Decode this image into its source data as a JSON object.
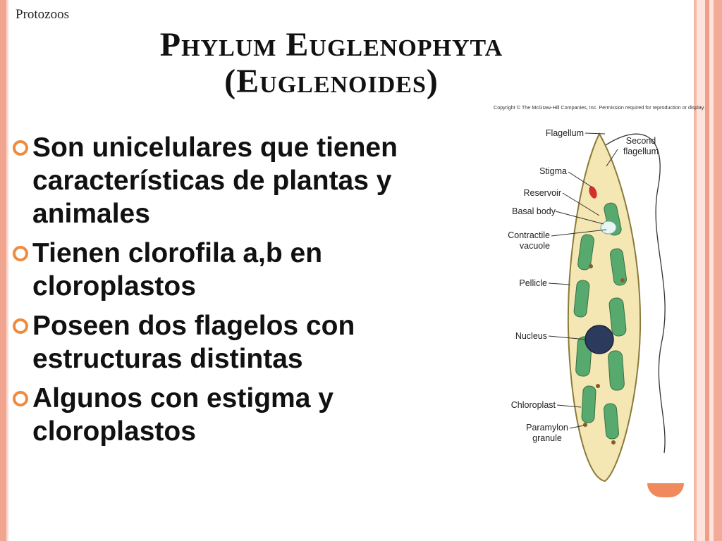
{
  "header": {
    "label": "Protozoos"
  },
  "slide": {
    "title_line1": "Phylum Euglenophyta",
    "title_line2": "(Euglenoides)"
  },
  "bullets": [
    "Son unicelulares que tienen características de plantas y animales",
    "Tienen clorofila a,b en cloroplastos",
    "Poseen dos flagelos con estructuras distintas",
    "Algunos con estigma y cloroplastos"
  ],
  "figure": {
    "copyright": "Copyright © The McGraw-Hill Companies, Inc. Permission required for reproduction or display.",
    "labels": {
      "flagellum": "Flagellum",
      "second_flagellum_1": "Second",
      "second_flagellum_2": "flagellum",
      "stigma": "Stigma",
      "reservoir": "Reservoir",
      "basal_body": "Basal body",
      "contractile_1": "Contractile",
      "contractile_2": "vacuole",
      "pellicle": "Pellicle",
      "nucleus": "Nucleus",
      "chloroplast": "Chloroplast",
      "paramylon_1": "Paramylon",
      "paramylon_2": "granule"
    }
  },
  "colors": {
    "accent_border": "#f1a58e",
    "bullet_icon": "#f08a3c",
    "cell_body": "#f4e7b4",
    "chloroplast": "#4fa66a",
    "nucleus": "#2c3a5e",
    "stigma": "#d4302a"
  }
}
